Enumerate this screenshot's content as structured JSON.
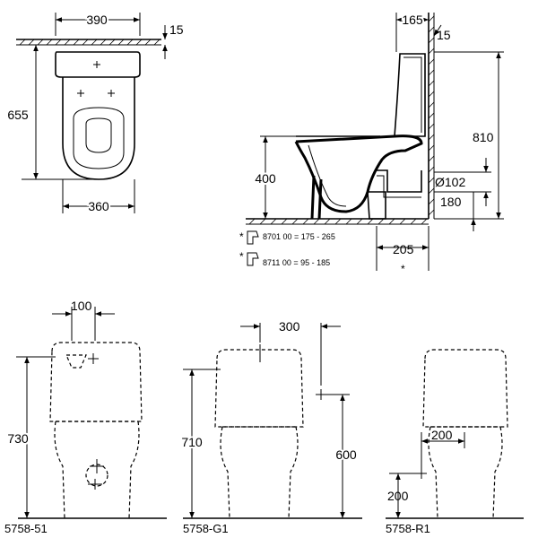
{
  "top_view": {
    "dim_width_top": "390",
    "dim_wall_gap": "15",
    "dim_depth": "655",
    "dim_width_bottom": "360"
  },
  "side_view": {
    "dim_tank_depth": "165",
    "dim_wall_gap": "15",
    "dim_total_height": "810",
    "dim_seat_height": "400",
    "dim_outlet_diameter": "Ø102",
    "dim_outlet_height": "180",
    "dim_outlet_offset": "205",
    "asterisk": "*",
    "notes": [
      {
        "marker": "*",
        "text": "8701 00  = 175 - 265"
      },
      {
        "marker": "*",
        "text": "8711 00  =  95 - 185"
      }
    ]
  },
  "front_views": [
    {
      "model": "5758-51",
      "dim_height": "730",
      "dim_top": "100"
    },
    {
      "model": "5758-G1",
      "dim_height": "710",
      "dim_inlet_offset": "300",
      "dim_inlet_height": "600"
    },
    {
      "model": "5758-R1",
      "dim_inlet_offset": "200",
      "dim_inlet_height": "200"
    }
  ]
}
